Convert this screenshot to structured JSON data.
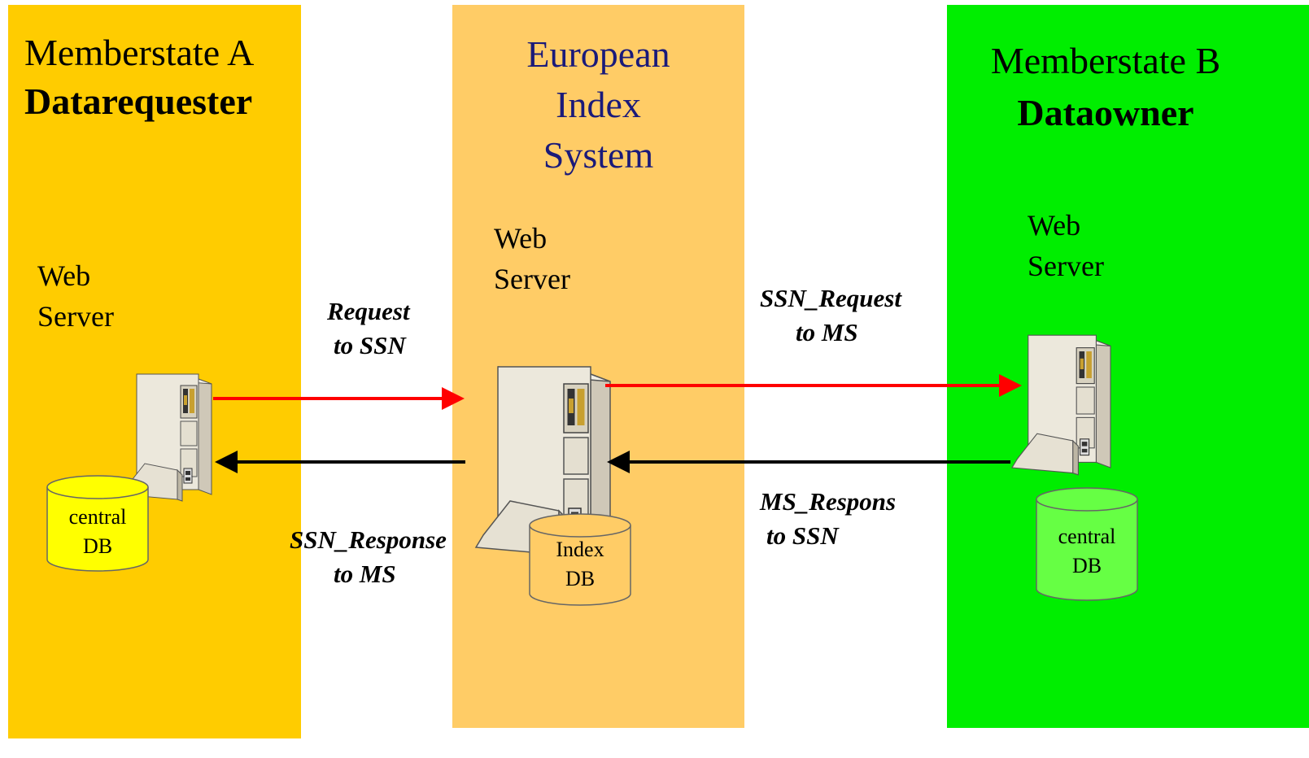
{
  "memberstate_a": {
    "title": "Memberstate A",
    "role": "Datarequester",
    "server_line1": "Web",
    "server_line2": "Server",
    "db_line1": "central",
    "db_line2": "DB"
  },
  "european_index": {
    "title_line1": "European",
    "title_line2": "Index",
    "title_line3": "System",
    "server_line1": "Web",
    "server_line2": "Server",
    "db_line1": "Index",
    "db_line2": "DB"
  },
  "memberstate_b": {
    "title": "Memberstate B",
    "role": "Dataowner",
    "server_line1": "Web",
    "server_line2": "Server",
    "db_line1": "central",
    "db_line2": "DB"
  },
  "arrows": {
    "request_to_ssn_line1": "Request",
    "request_to_ssn_line2": "to SSN",
    "ssn_request_to_ms_line1": "SSN_Request",
    "ssn_request_to_ms_line2": "to MS",
    "ssn_response_to_ms_line1": "SSN_Response",
    "ssn_response_to_ms_line2": "to MS",
    "ms_respons_to_ssn_line1": "MS_Respons",
    "ms_respons_to_ssn_line2": "to SSN"
  },
  "colors": {
    "memberstate_a_bg": "#FFCC00",
    "european_index_bg": "#FFCC66",
    "memberstate_b_bg": "#00EE00",
    "request_arrow": "#FF0000",
    "response_arrow": "#000000",
    "db_a": "#FFFF00",
    "db_index": "#FFCC66",
    "db_b": "#66FF44"
  }
}
